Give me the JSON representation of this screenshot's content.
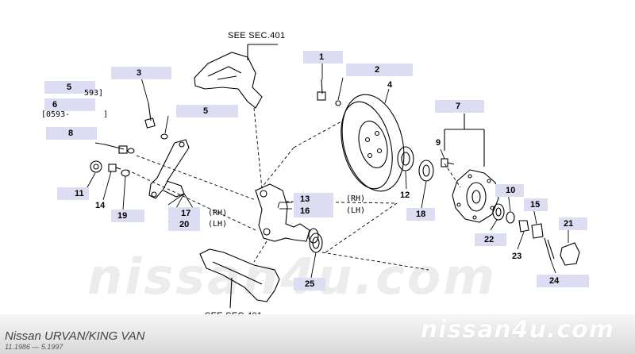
{
  "references": {
    "top": "SEE SEC.401",
    "bottom": "SEE SEC.401"
  },
  "callouts": {
    "c1": "1",
    "c2": "2",
    "c3": "3",
    "c4": "4",
    "c5a": "5",
    "c5b": "5",
    "c6": "6",
    "c7": "7",
    "c8": "8",
    "c9": "9",
    "c10": "10",
    "c11": "11",
    "c12": "12",
    "c13": "13",
    "c14": "14",
    "c15": "15",
    "c16": "16",
    "c17": "17",
    "c18": "18",
    "c19": "19",
    "c20": "20",
    "c21": "21",
    "c22": "22",
    "c23": "23",
    "c24": "24",
    "c25": "25"
  },
  "notes": {
    "n5": "593]",
    "n6a": "[0593-",
    "n6b": "]",
    "rh": "(RH)",
    "lh": "(LH)",
    "rh2": "(RH)",
    "lh2": "(LH)"
  },
  "footer": {
    "model": "Nissan URVAN/KING VAN",
    "dates": "11.1986 — 5.1997",
    "watermark_small": "nissan4u.com",
    "watermark_big": "nissan4u.com"
  }
}
